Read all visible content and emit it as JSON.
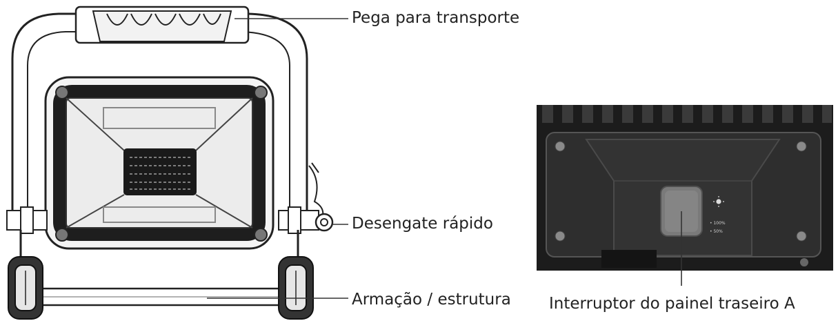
{
  "labels": {
    "handle": "Pega para transporte",
    "quick_release": "Desengate rápido",
    "frame": "Armação / estrutura",
    "rear_switch": "Interruptor do painel traseiro A"
  },
  "panel_markings": {
    "level_high": "• 100%",
    "level_low": "• 50%"
  },
  "colors": {
    "outline": "#222222",
    "panel_dark": "#2b2b2b",
    "switch_gray": "#7a7a7a"
  }
}
